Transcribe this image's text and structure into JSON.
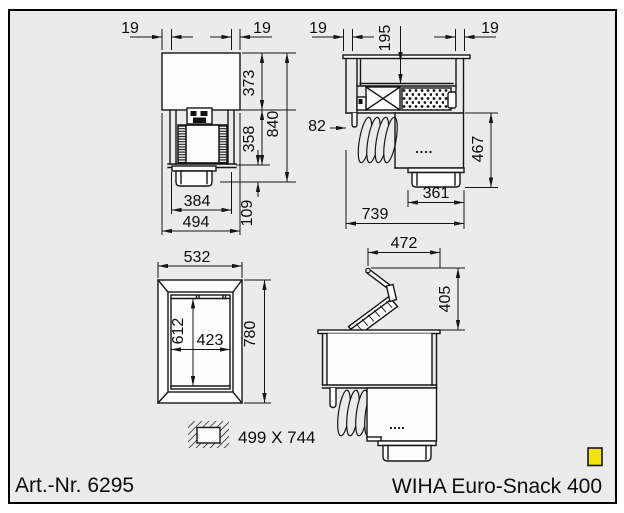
{
  "footer": {
    "article": "Art.-Nr. 6295",
    "product": "WIHA Euro-Snack 400"
  },
  "cutout": {
    "label": "499 X 744"
  },
  "front_view": {
    "overhang_left": "19",
    "overhang_right": "19",
    "upper_height": "373",
    "mid_height": "358",
    "total_height": "840",
    "inner_width": "384",
    "outer_width": "494",
    "base_height": "109"
  },
  "side_view": {
    "overhang_left": "19",
    "overhang_right": "19",
    "basin_depth": "195",
    "drain_pointer": "82",
    "under_height": "467",
    "tray_depth": "361",
    "total_depth": "739"
  },
  "plan_view": {
    "outer_width": "532",
    "inner_length": "612",
    "inner_width": "423",
    "outer_length": "780"
  },
  "open_view": {
    "lid_depth": "472",
    "lid_clearance": "405"
  },
  "colors": {
    "accent_yellow": "#f2e10a",
    "line": "#161616",
    "canvas": "#ebebeb"
  }
}
